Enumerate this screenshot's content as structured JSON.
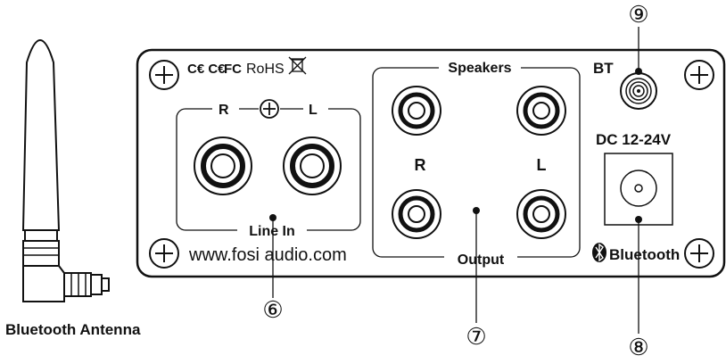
{
  "labels": {
    "ce": "C€ C€",
    "fcc": "FC",
    "rohs": "RoHS",
    "speakers": "Speakers",
    "bt": "BT",
    "dc": "DC 12-24V",
    "r_top": "R",
    "l_top": "L",
    "line_in": "Line In",
    "r_spk": "R",
    "l_spk": "L",
    "output": "Output",
    "website": "www.fosi audio.com",
    "bluetooth": "Bluetooth",
    "antenna": "Bluetooth Antenna"
  },
  "callouts": {
    "six": "⑥",
    "seven": "⑦",
    "eight": "⑧",
    "nine": "⑨"
  }
}
